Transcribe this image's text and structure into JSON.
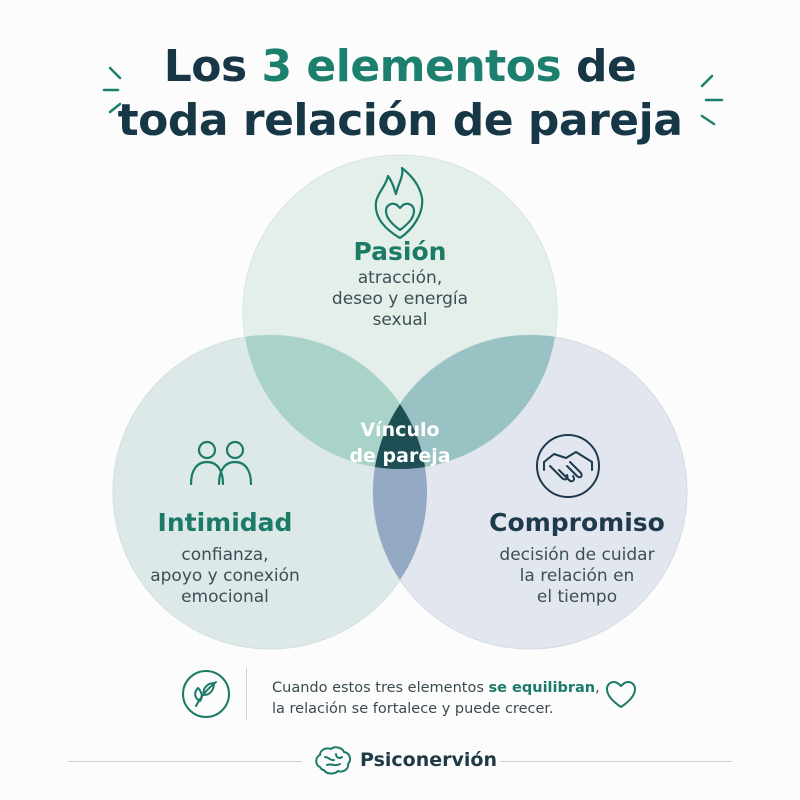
{
  "title": {
    "line1_pre": "Los ",
    "line1_accent": "3 elementos",
    "line1_post": " de",
    "line2": "toda relación de pareja"
  },
  "venn": {
    "passion": {
      "title": "Pasión",
      "desc": [
        "atracción,",
        "deseo y energía",
        "sexual"
      ],
      "icon": "flame-heart-icon"
    },
    "intimacy": {
      "title": "Intimidad",
      "desc": [
        "confianza,",
        "apoyo y conexión",
        "emocional"
      ],
      "icon": "two-people-icon"
    },
    "commitment": {
      "title": "Compromiso",
      "desc": [
        "decisión de cuidar",
        "la relación en",
        "el tiempo"
      ],
      "icon": "handshake-icon"
    },
    "center": [
      "Vínculo",
      "de pareja"
    ]
  },
  "footer": {
    "note_pre": "Cuando estos tres elementos ",
    "note_bold": "se equilibran",
    "note_post": ",",
    "note_line2": "la relación se fortalece y puede crecer.",
    "leaf_icon": "leaf-icon",
    "heart_icon": "heart-icon"
  },
  "brand": {
    "name": "Psiconervión",
    "icon": "brain-logo-icon"
  },
  "colors": {
    "accent": "#1d7f6e",
    "title": "#173746",
    "passion_fill": "#e4efea",
    "intimacy_fill": "#dde9e8",
    "commitment_fill": "#e2e7ef",
    "center_fill": "#1d4f54"
  }
}
